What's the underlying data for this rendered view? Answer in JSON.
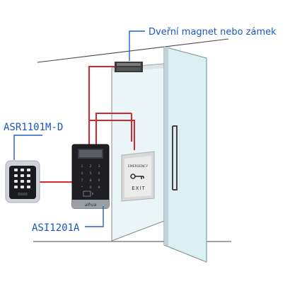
{
  "labels": {
    "door_magnet": "Dveřní magnet nebo zámek",
    "reader": "ASR1101M-D",
    "controller": "ASI1201A"
  },
  "exit_button": {
    "top_text": "EMERGENCY",
    "bottom_text": "EXIT"
  },
  "controller_brand": "alhua",
  "colors": {
    "wire": "#d7262e",
    "leader": "#1e63c8",
    "label": "#1a56c0",
    "glass": "#dff0f3",
    "frame": "#3a3a3a"
  }
}
